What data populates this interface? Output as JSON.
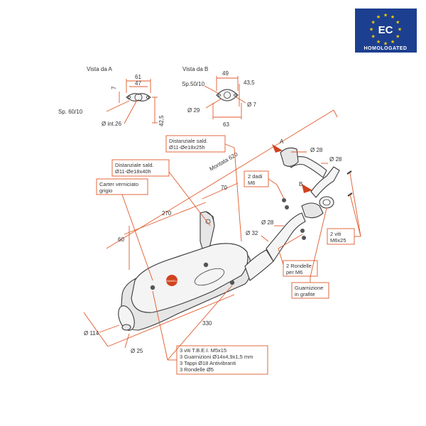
{
  "badge": {
    "mark": "EC",
    "caption": "HOMOLOGATED",
    "background_color": "#1d3f8f",
    "star_color": "#f5d000"
  },
  "flange_a": {
    "title": "Vista da A",
    "width_outer": "61",
    "width_inner": "47",
    "height_small": "7",
    "thickness": "Sp. 60/10",
    "inner_diameter": "Ø int.26",
    "height": "42,5"
  },
  "flange_b": {
    "title": "Vista da B",
    "width": "49",
    "thickness": "Sp.50/10",
    "offset": "43,5",
    "diameter": "Ø 29",
    "hole_diameter": "Ø 7",
    "length": "63"
  },
  "dimensions": {
    "mounting": "Montata 620",
    "length_270": "270",
    "length_70": "70",
    "height_60": "60",
    "body_length": "330",
    "outlet_diameter": "Ø 114",
    "tailpipe_diameter": "Ø 25",
    "pipe_28_top": "Ø 28",
    "pipe_28_bend": "Ø 28",
    "pipe_28_mid": "Ø 28",
    "pipe_32": "Ø 32",
    "view_a": "A",
    "view_b": "B"
  },
  "callouts": {
    "spacer_1": [
      "Distanziale sald.",
      "Ø11-Øe18x25h"
    ],
    "spacer_2": [
      "Distanziale sald.",
      "Ø11-Øe18x40h"
    ],
    "cover": [
      "Carter verniciato",
      "grigio"
    ],
    "nuts": [
      "2 dadi",
      "M6"
    ],
    "screws": [
      "2 viti",
      "M6x25"
    ],
    "washers": [
      "2 Rondelle",
      "per M6"
    ],
    "gasket": [
      "Guarnizione",
      "in grafite"
    ],
    "kit": [
      "3 viti T.B.E.I. M5x15",
      "3 Guarnizioni Ø14x4,9x1,5 mm",
      "3 Tappi Ø18 Antivibranti",
      "3 Rondelle Ø5"
    ]
  },
  "brand_logo": "GIANNELLI"
}
